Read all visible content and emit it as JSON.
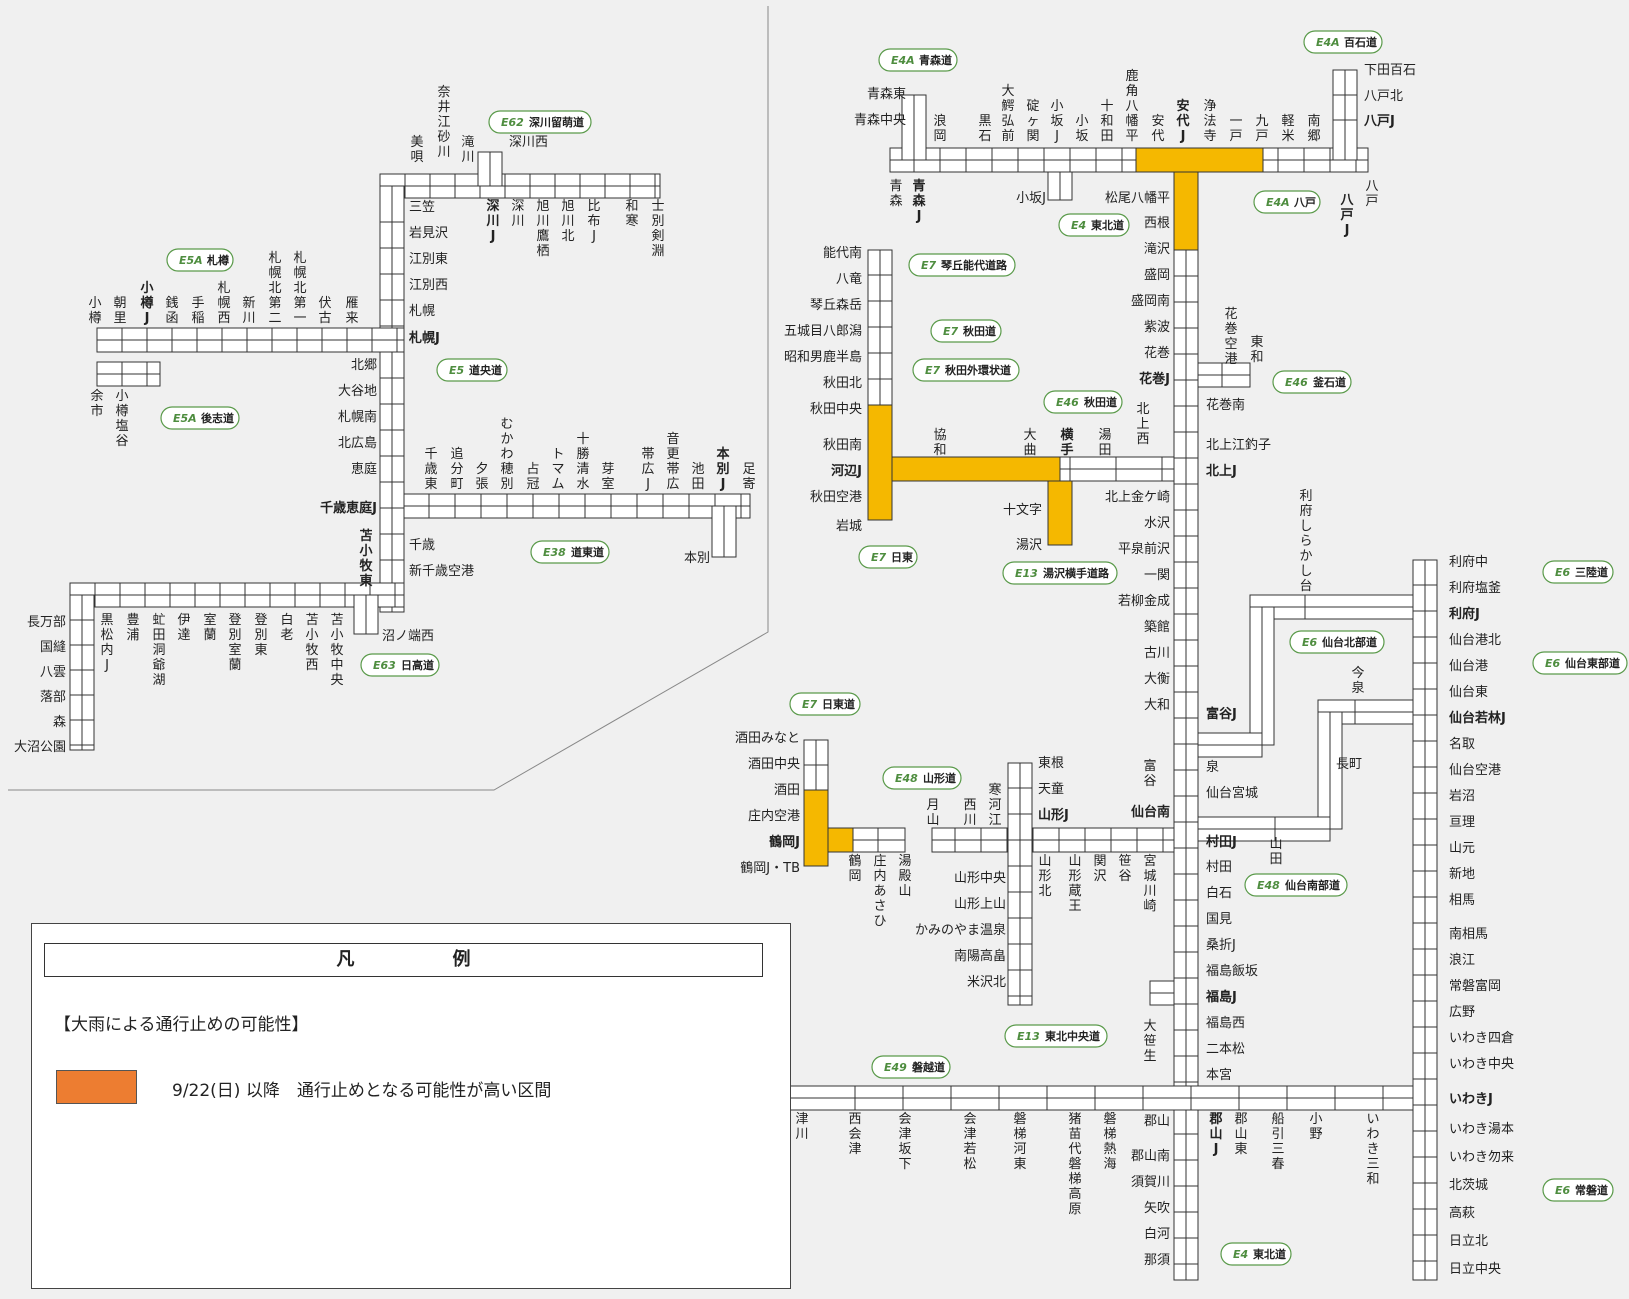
{
  "colors": {
    "closure": "#f5b800",
    "legend_swatch": "#ed7d31",
    "tag_border": "#5a9a4a",
    "tag_code": "#4e8d3f"
  },
  "legend": {
    "title": "凡　例",
    "subtitle": "【大雨による通行止めの可能性】",
    "item": "9/22(日) 以降　通行止めとなる可能性が高い区間"
  },
  "road_tags": [
    {
      "code": "E62",
      "name": "深川留萌道"
    },
    {
      "code": "E5A",
      "name": "札樽"
    },
    {
      "code": "E5A",
      "name": "後志道"
    },
    {
      "code": "E5",
      "name": "道央道"
    },
    {
      "code": "E38",
      "name": "道東道"
    },
    {
      "code": "E63",
      "name": "日高道"
    },
    {
      "code": "E4A",
      "name": "青森道"
    },
    {
      "code": "E4A",
      "name": "百石道"
    },
    {
      "code": "E4A",
      "name": "八戸"
    },
    {
      "code": "E4",
      "name": "東北道"
    },
    {
      "code": "E7",
      "name": "琴丘能代道路"
    },
    {
      "code": "E7",
      "name": "秋田道"
    },
    {
      "code": "E7",
      "name": "秋田外環状道"
    },
    {
      "code": "E46",
      "name": "秋田道"
    },
    {
      "code": "E46",
      "name": "釜石道"
    },
    {
      "code": "E7",
      "name": "日東"
    },
    {
      "code": "E13",
      "name": "湯沢横手道路"
    },
    {
      "code": "E6",
      "name": "三陸道"
    },
    {
      "code": "E6",
      "name": "仙台北部道"
    },
    {
      "code": "E6",
      "name": "仙台東部道"
    },
    {
      "code": "E7",
      "name": "日東道"
    },
    {
      "code": "E48",
      "name": "山形道"
    },
    {
      "code": "E48",
      "name": "仙台南部道"
    },
    {
      "code": "E13",
      "name": "東北中央道"
    },
    {
      "code": "E49",
      "name": "磐越道"
    },
    {
      "code": "E4",
      "name": "東北道"
    },
    {
      "code": "E6",
      "name": "常磐道"
    }
  ],
  "hokkaido": {
    "sapporo_top": [
      "美唄",
      "奈井江砂川",
      "滝川",
      "深川西",
      "三笠",
      "岩見沢",
      "江別東",
      "江別西",
      "札幌",
      "札幌J"
    ],
    "fukagawa_row": [
      "深川J",
      "深川",
      "旭川鷹栖",
      "旭川北",
      "比布J",
      "和寒",
      "士別剣淵"
    ],
    "sasson": [
      "小樽",
      "朝里",
      "小樽J",
      "銭函",
      "手稲",
      "札幌西",
      "新川",
      "札幌北第二",
      "札幌北第一",
      "伏古",
      "雁来"
    ],
    "shiribeshi": [
      "余市",
      "小樽塩谷"
    ],
    "doo_south": [
      "北郷",
      "大谷地",
      "札幌南",
      "北広島",
      "恵庭",
      "千歳恵庭J",
      "苫小牧東",
      "千歳",
      "新千歳空港",
      "沼ノ端西"
    ],
    "doto": [
      "千歳東",
      "追分町",
      "夕張",
      "むかわ穂別",
      "占冠",
      "トマム",
      "十勝清水",
      "芽室",
      "帯広J",
      "音更帯広",
      "池田",
      "本別J",
      "足寄",
      "本別"
    ],
    "hidaka": [
      "黒松内J",
      "豊浦",
      "虻田洞爺湖",
      "伊達",
      "室蘭",
      "登別室蘭",
      "登別東",
      "白老",
      "苫小牧西",
      "苫小牧中央"
    ],
    "hakodate": [
      "長万部",
      "国縫",
      "八雲",
      "落部",
      "森",
      "大沼公園"
    ]
  },
  "tohoku": {
    "aomori_row": [
      "青森東",
      "青森中央",
      "浪岡",
      "黒石",
      "大鰐弘前",
      "碇ヶ関",
      "小坂J",
      "小坂",
      "十和田",
      "鹿角八幡平",
      "安代",
      "安代J",
      "浄法寺",
      "一戸",
      "九戸",
      "軽米",
      "南郷",
      "八戸J"
    ],
    "aomori_bottom": [
      "青森",
      "青森J",
      "小坂J",
      "松尾八幡平",
      "八戸J",
      "八戸",
      "下田百石",
      "八戸北"
    ],
    "tohoku_main": [
      "西根",
      "滝沢",
      "盛岡",
      "盛岡南",
      "紫波",
      "花巻",
      "花巻J",
      "花巻南",
      "北上江釣子",
      "北上J",
      "北上金ケ崎",
      "水沢",
      "平泉前沢",
      "一関",
      "若柳金成",
      "築館",
      "古川",
      "大衡",
      "大和",
      "富谷J",
      "富谷",
      "泉",
      "仙台宮城",
      "仙台南",
      "村田J",
      "村田",
      "白石",
      "国見",
      "桑折J",
      "福島飯坂",
      "福島J",
      "福島西",
      "二本松",
      "本宮",
      "郡山",
      "郡山J",
      "郡山南",
      "須賀川",
      "矢吹",
      "白河",
      "那須"
    ],
    "kamaishi": [
      "花巻空港",
      "東和"
    ],
    "noshiro": [
      "能代南",
      "八竜",
      "琴丘森岳",
      "五城目八郎潟",
      "昭和男鹿半島",
      "秋田北",
      "秋田中央",
      "秋田南",
      "河辺J",
      "秋田空港",
      "岩城"
    ],
    "akita_row": [
      "協和",
      "大曲",
      "横手",
      "湯田",
      "北上西"
    ],
    "yuzawa": [
      "十文字",
      "湯沢"
    ],
    "sanriku": [
      "利府しらかし台",
      "利府中",
      "利府塩釜",
      "利府J",
      "仙台港北",
      "仙台港",
      "仙台東",
      "仙台若林J",
      "今泉",
      "長町",
      "名取",
      "仙台空港",
      "岩沼",
      "亘理",
      "山元",
      "新地",
      "相馬",
      "南相馬",
      "浪江",
      "常磐富岡",
      "広野",
      "いわき四倉",
      "いわき中央",
      "いわきJ",
      "いわき湯本",
      "いわき勿来",
      "北茨城",
      "高萩",
      "日立北",
      "日立中央"
    ],
    "nichito": [
      "酒田みなと",
      "酒田中央",
      "酒田",
      "庄内空港",
      "鶴岡J",
      "鶴岡J・TB",
      "鶴岡",
      "庄内あさひ",
      "湯殿山"
    ],
    "yamagata": [
      "月山",
      "西川",
      "寒河江",
      "山形J",
      "山田",
      "山形北",
      "山形蔵王",
      "関沢",
      "笹谷",
      "宮城川崎"
    ],
    "tohoku_chuo": [
      "東根",
      "天童",
      "山形中央",
      "山形上山",
      "かみのやま温泉",
      "南陽高畠",
      "米沢北",
      "大笹生"
    ],
    "banetsu": [
      "津川",
      "西会津",
      "会津坂下",
      "会津若松",
      "磐梯河東",
      "猪苗代磐梯高原",
      "磐梯熱海",
      "郡山東",
      "船引三春",
      "小野",
      "いわき三和"
    ]
  }
}
